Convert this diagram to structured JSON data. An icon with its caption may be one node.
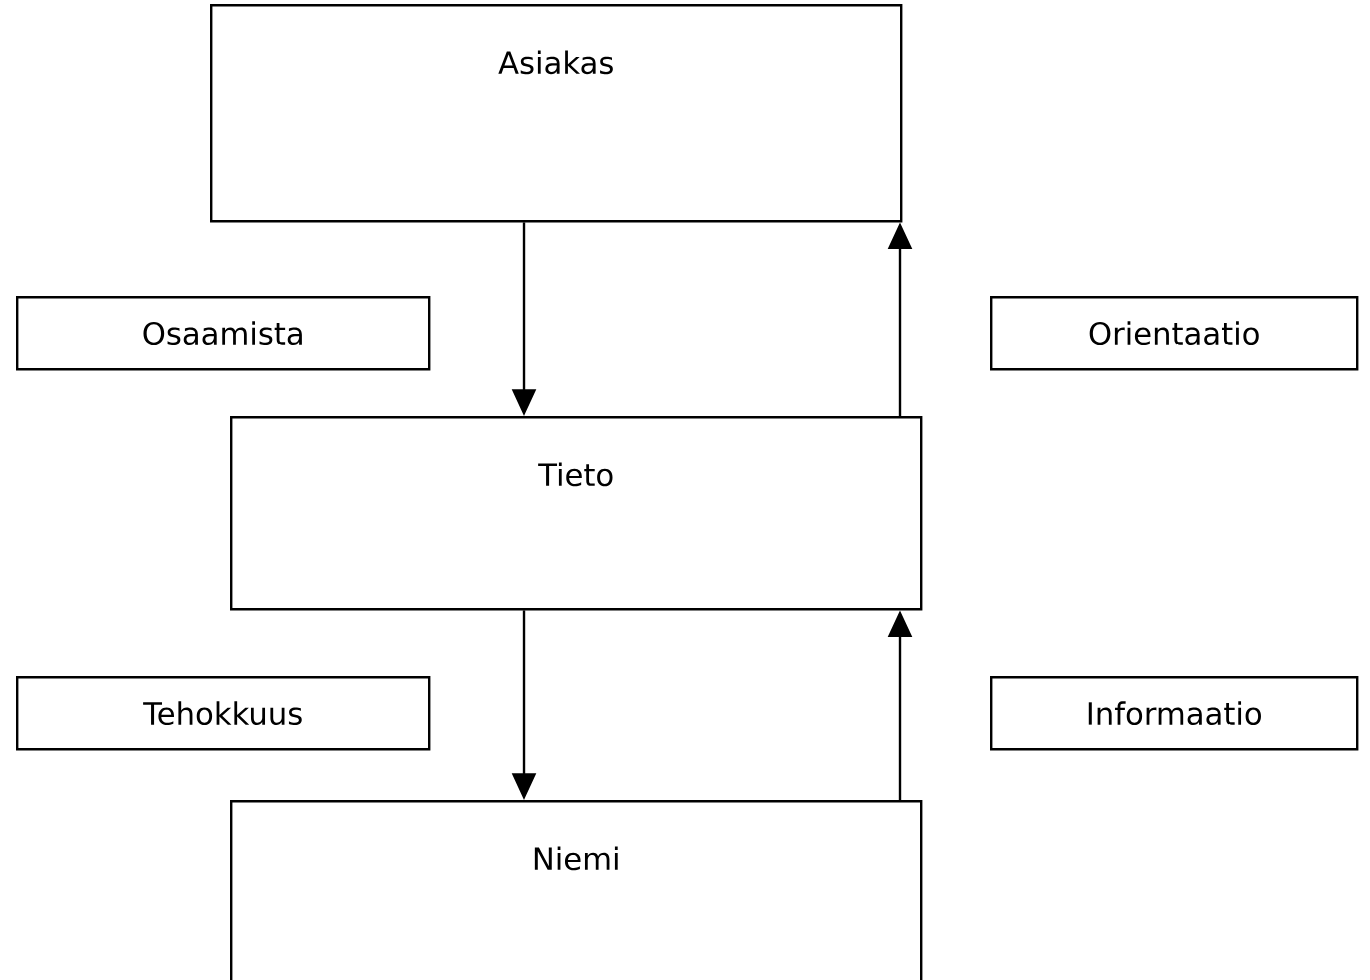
{
  "diagram": {
    "nodes": [
      {
        "text": [
          "Asiakas"
        ]
      },
      {
        "text": [
          "Osaamista"
        ]
      },
      {
        "text": [
          "Orientaatio"
        ]
      },
      {
        "text": [
          "Tieto"
        ]
      },
      {
        "text": [
          "Tehokkuus"
        ]
      },
      {
        "text": [
          "Informaatio"
        ]
      },
      {
        "text": [
          "Niemi"
        ]
      }
    ],
    "edges": [
      {
        "from": 0,
        "to": 3,
        "arrow": "to"
      },
      {
        "from": 3,
        "to": 0,
        "arrow": "to"
      },
      {
        "from": 3,
        "to": 6,
        "arrow": "to"
      },
      {
        "from": 6,
        "to": 3,
        "arrow": "to"
      }
    ]
  }
}
